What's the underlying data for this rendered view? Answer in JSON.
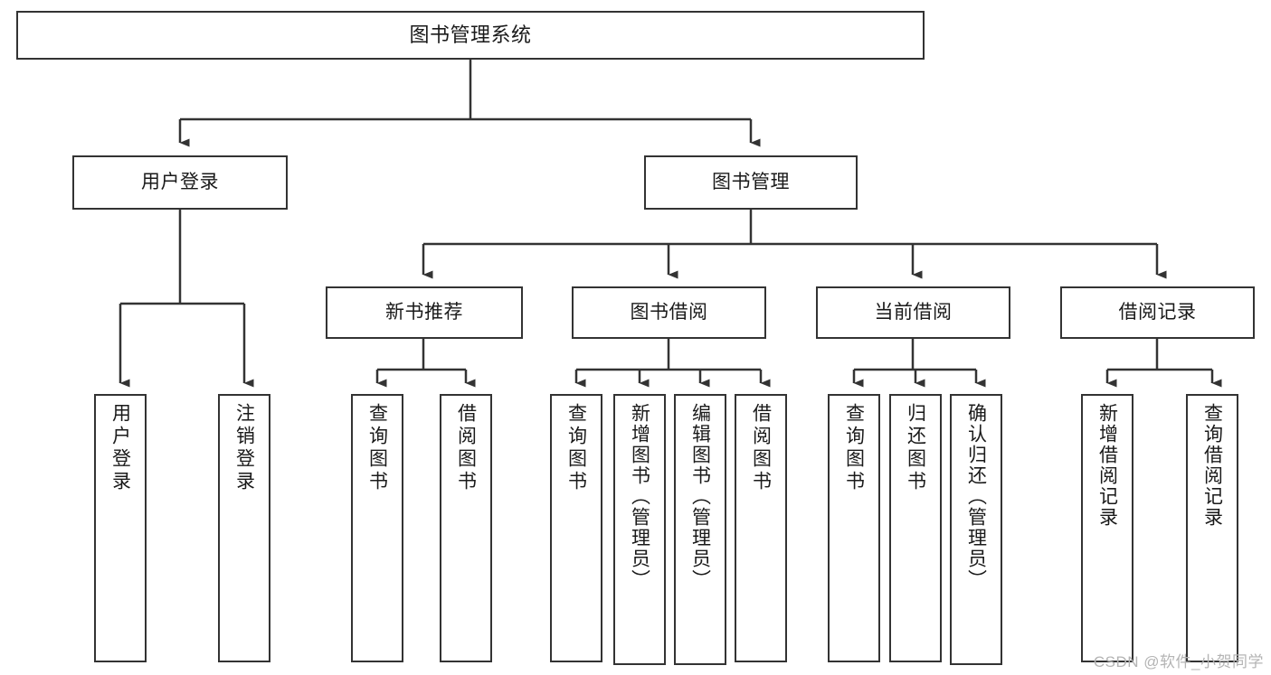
{
  "diagram": {
    "title": "图书管理系统",
    "type": "tree-hierarchy-chart",
    "watermark": "CSDN @软件_小贺同学",
    "line_color": "#333333",
    "box_fill": "#ffffff",
    "text_color": "#1a1a1a"
  },
  "nodes": {
    "root": {
      "label": "图书管理系统"
    },
    "level1": [
      {
        "label": "用户登录"
      },
      {
        "label": "图书管理"
      }
    ],
    "level2": [
      {
        "label": "新书推荐"
      },
      {
        "label": "图书借阅"
      },
      {
        "label": "当前借阅"
      },
      {
        "label": "借阅记录"
      }
    ],
    "leaves": {
      "user_login": [
        {
          "label": "用户登录"
        },
        {
          "label": "注销登录"
        }
      ],
      "new_book": [
        {
          "label": "查询图书"
        },
        {
          "label": "借阅图书"
        }
      ],
      "borrow_book": [
        {
          "label": "查询图书"
        },
        {
          "label": "新增图书（管理员）"
        },
        {
          "label": "编辑图书（管理员）"
        },
        {
          "label": "借阅图书"
        }
      ],
      "current_borrow": [
        {
          "label": "查询图书"
        },
        {
          "label": "归还图书"
        },
        {
          "label": "确认归还（管理员）"
        }
      ],
      "borrow_record": [
        {
          "label": "新增借阅记录"
        },
        {
          "label": "查询借阅记录"
        }
      ]
    }
  }
}
